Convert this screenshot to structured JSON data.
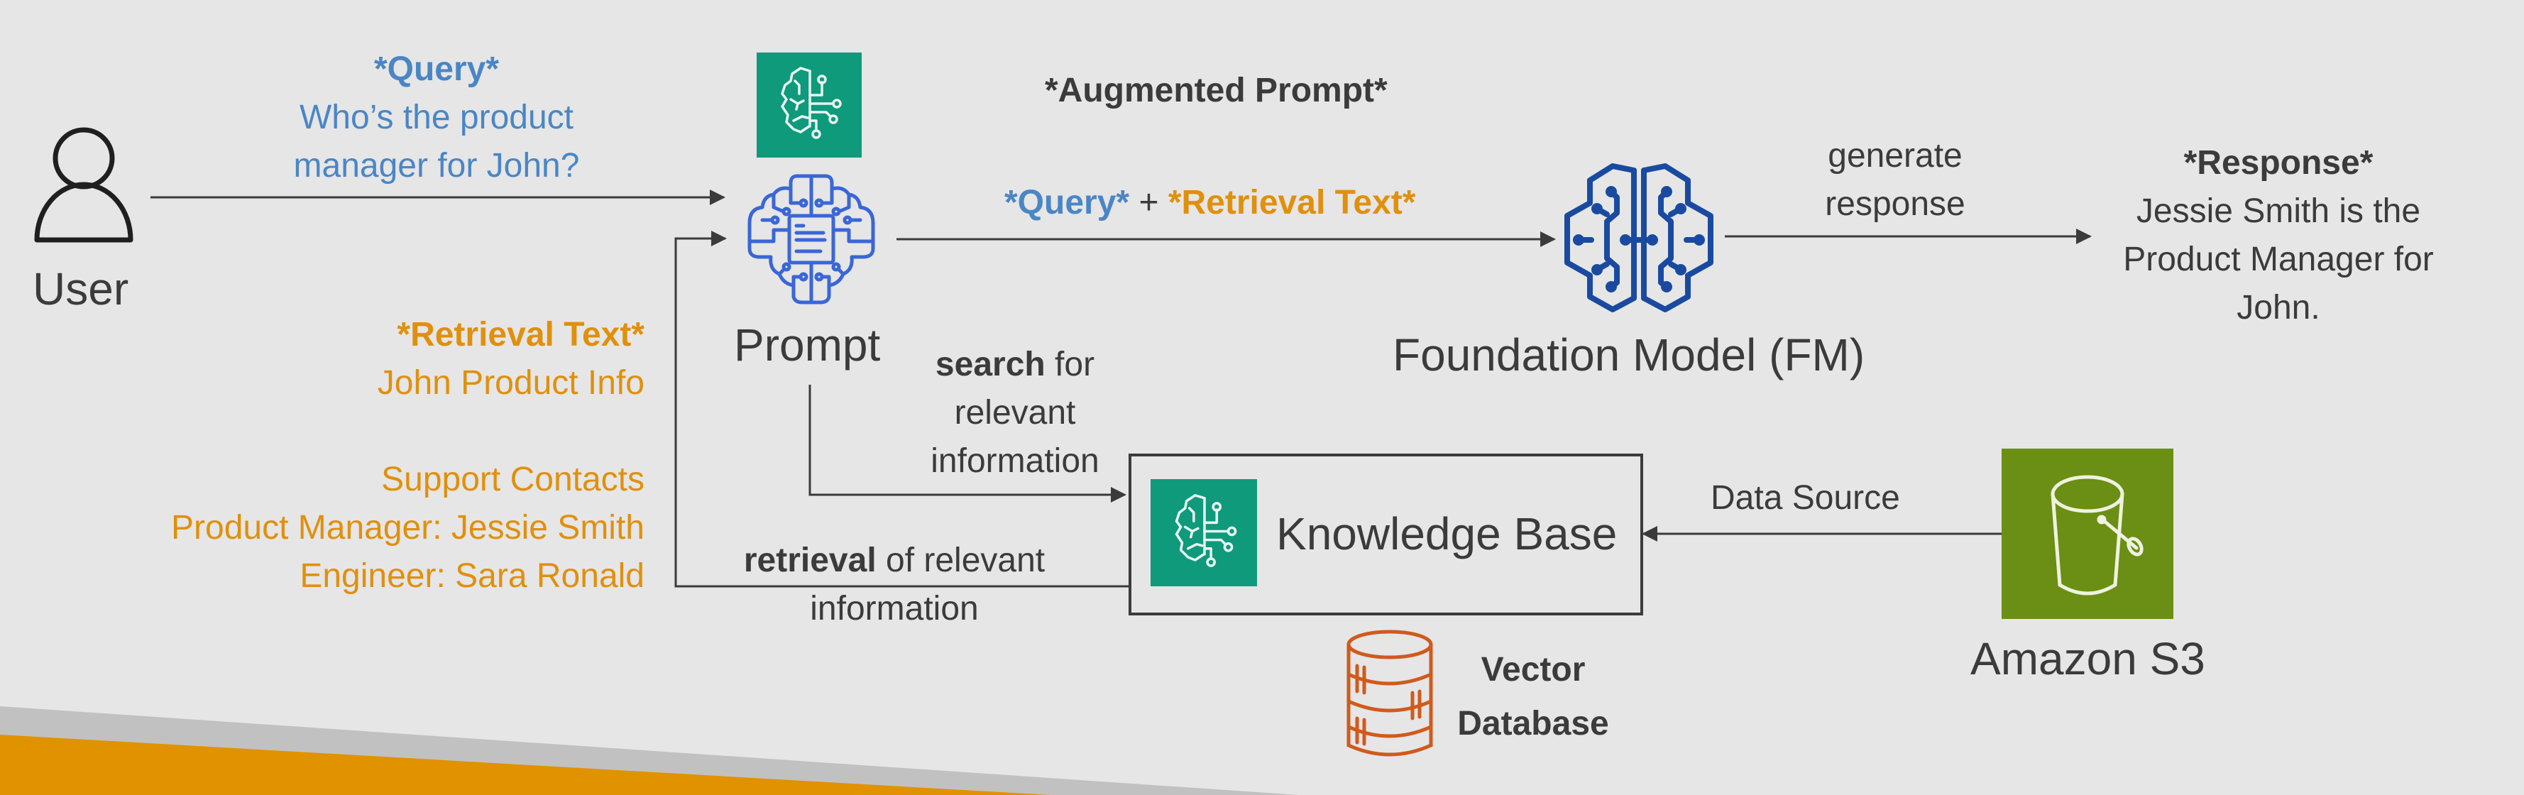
{
  "diagram": {
    "title": "RAG with Knowledge Base",
    "colors": {
      "background": "#e6e6e6",
      "query_blue": "#4a86c5",
      "retrieval_orange": "#e0900d",
      "text_dark": "#3b3b3b",
      "bedrock_green": "#0f9a7c",
      "fm_blue": "#1a4aa0",
      "prompt_blue": "#3a66d6",
      "s3_green": "#6b8e14",
      "db_orange": "#d05a1c",
      "band_gray": "#c1c1c1",
      "band_orange": "#e09200"
    },
    "nodes": {
      "user": {
        "label": "User",
        "icon": "user-icon"
      },
      "prompt": {
        "label": "Prompt",
        "icon": "prompt-brain-icon",
        "badge_icon": "bedrock-icon"
      },
      "fm": {
        "label": "Foundation Model (FM)",
        "icon": "fm-brain-icon"
      },
      "kb": {
        "label": "Knowledge Base",
        "icon": "bedrock-icon"
      },
      "s3": {
        "label": "Amazon S3",
        "icon": "s3-bucket-icon"
      },
      "vector_db": {
        "label_line1": "Vector",
        "label_line2": "Database",
        "icon": "database-icon"
      }
    },
    "query": {
      "heading": "*Query*",
      "line1": "Who’s the product",
      "line2": "manager for John?"
    },
    "augmented_prompt": {
      "heading": "*Augmented Prompt*",
      "query_part": "*Query*",
      "plus": "+",
      "retrieval_part": "*Retrieval Text*"
    },
    "generate": {
      "line1": "generate",
      "line2": "response"
    },
    "response": {
      "heading": "*Response*",
      "line1": "Jessie Smith is the",
      "line2": "Product Manager for",
      "line3": "John."
    },
    "retrieval_text": {
      "heading": "*Retrieval Text*",
      "line1": "John Product Info",
      "line2": "Support Contacts",
      "line3": "Product Manager: Jessie Smith",
      "line4": "Engineer: Sara Ronald"
    },
    "search": {
      "bold": "search",
      "rest": " for",
      "line2": "relevant",
      "line3": "information"
    },
    "retrieval_edge": {
      "bold": "retrieval",
      "rest": " of relevant",
      "line2": "information"
    },
    "data_source": {
      "label": "Data Source"
    }
  }
}
